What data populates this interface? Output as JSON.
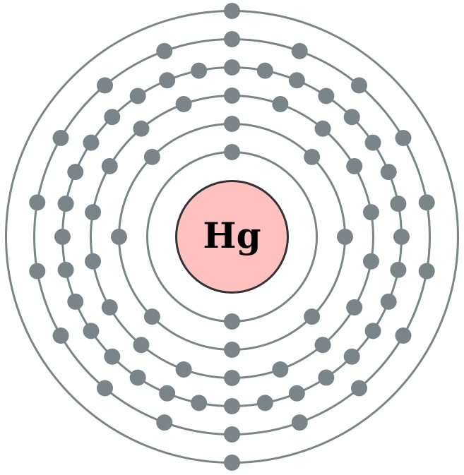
{
  "element": {
    "symbol": "Hg"
  },
  "shells": [
    {
      "electrons": 2
    },
    {
      "electrons": 8
    },
    {
      "electrons": 18
    },
    {
      "electrons": 32
    },
    {
      "electrons": 18
    },
    {
      "electrons": 2
    }
  ],
  "colors": {
    "nucleus_fill": "#ffc0c0",
    "nucleus_stroke": "#333333",
    "shell_stroke": "#7a8589",
    "electron_fill": "#7a8589",
    "symbol_color": "#000000",
    "background": "#ffffff"
  }
}
